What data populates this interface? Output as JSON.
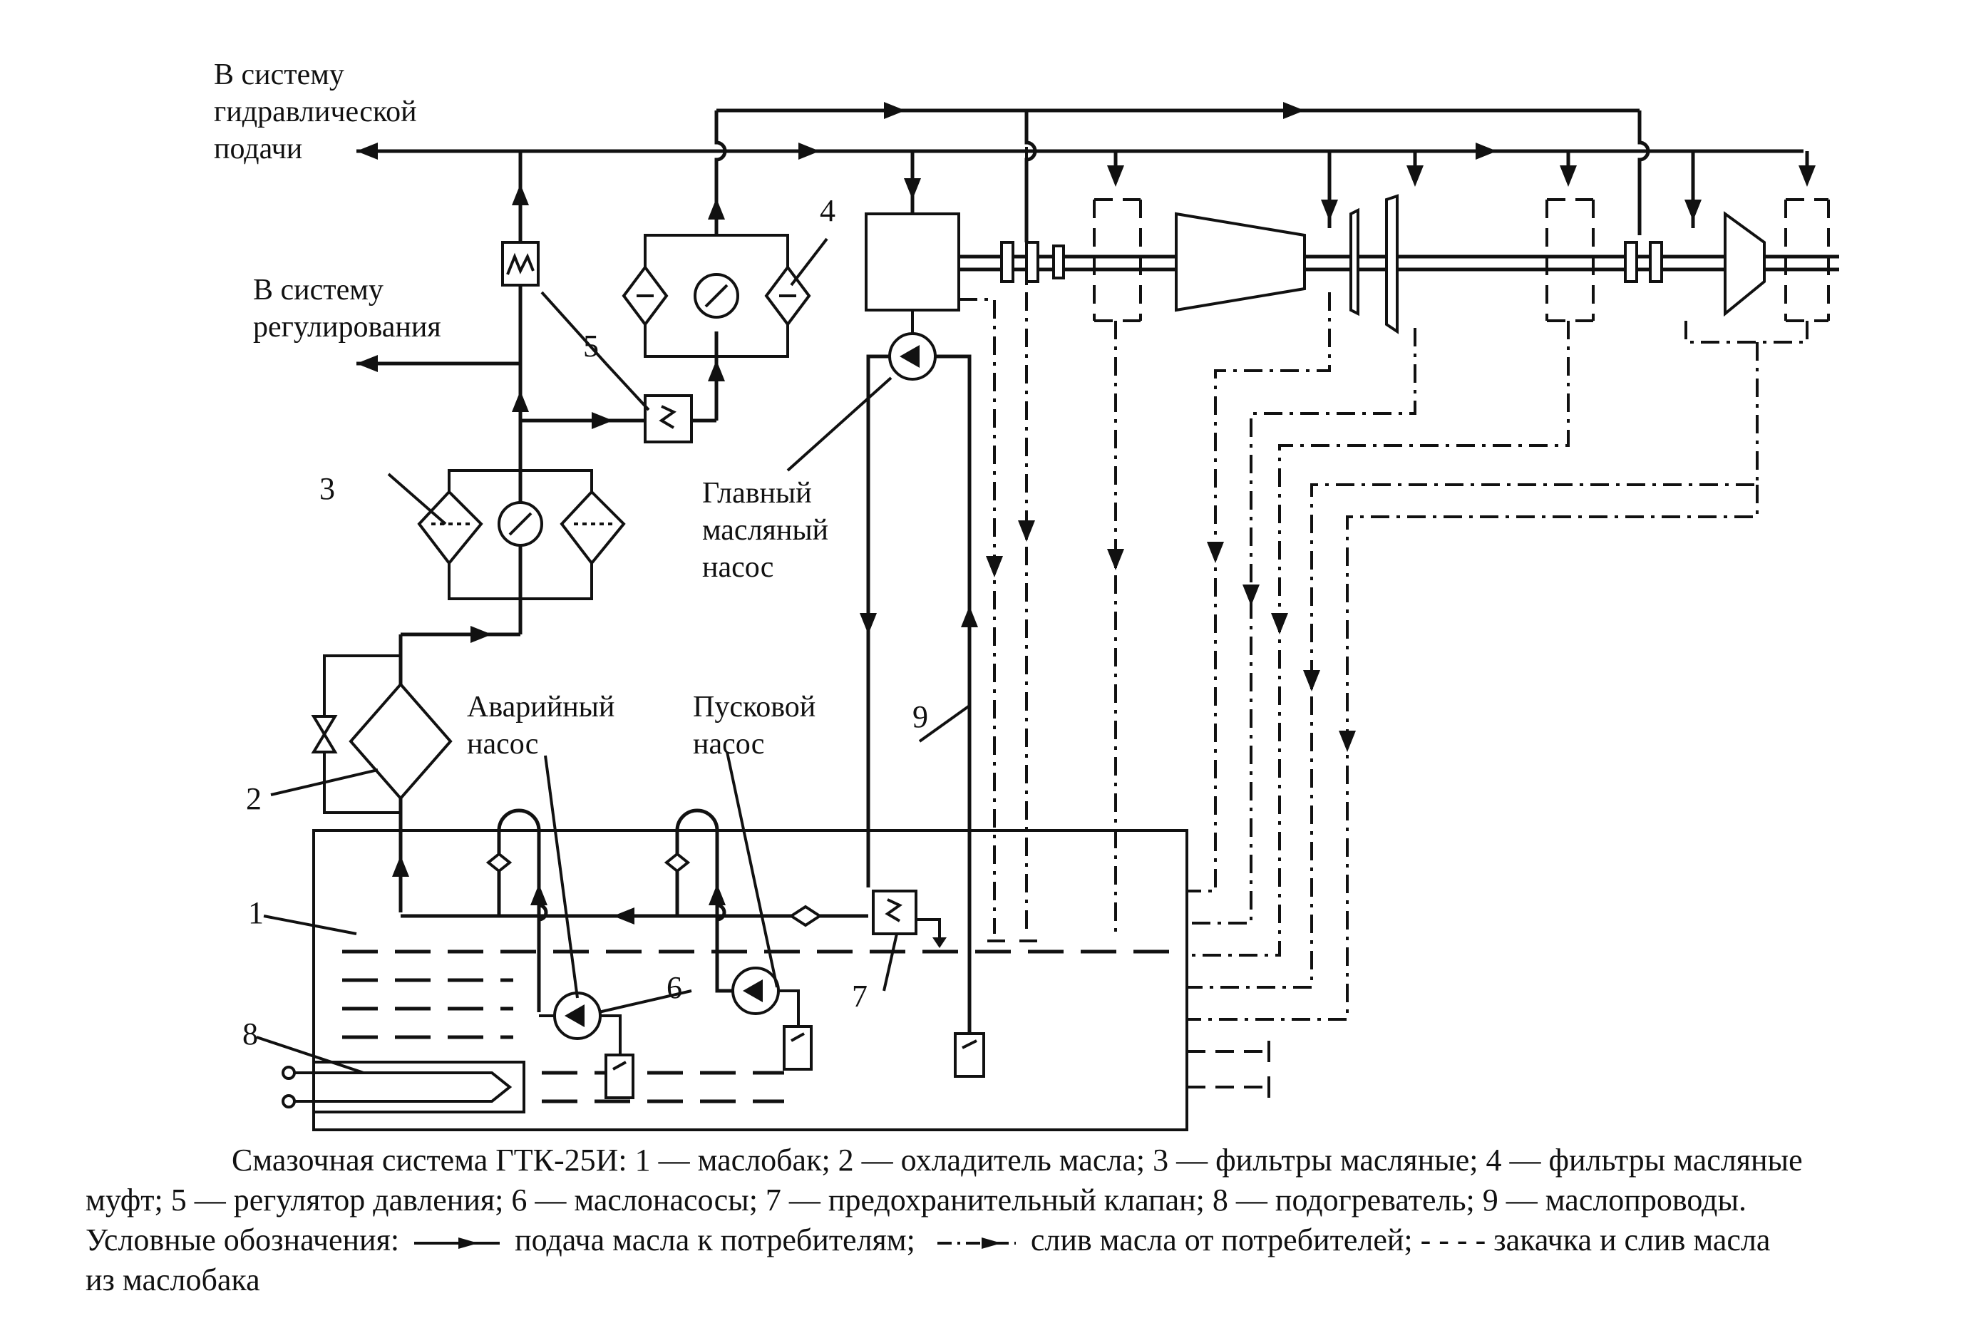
{
  "labels": {
    "hydraulic_1": "В систему",
    "hydraulic_2": "гидравлической",
    "hydraulic_3": "подачи",
    "regulation_1": "В систему",
    "regulation_2": "регулирования",
    "main_pump_1": "Главный",
    "main_pump_2": "масляный",
    "main_pump_3": "насос",
    "emergency_pump_1": "Аварийный",
    "emergency_pump_2": "насос",
    "start_pump_1": "Пусковой",
    "start_pump_2": "насос"
  },
  "callouts": {
    "n1": "1",
    "n2": "2",
    "n3": "3",
    "n4": "4",
    "n5": "5",
    "n6": "6",
    "n7": "7",
    "n8": "8",
    "n9": "9"
  },
  "caption": {
    "line1": "Смазочная система ГТК-25И: 1 — маслобак; 2 — охладитель масла; 3 — фильтры масляные; 4 — фильтры масляные",
    "line2": "муфт; 5 — регулятор давления; 6 — маслонасосы; 7 — предохранительный клапан; 8 — подогреватель; 9 — маслопроводы.",
    "legend_prefix": "Условные обозначения:",
    "legend_supply": "подача масла к потребителям;",
    "legend_drain": "слив масла от потребителей;",
    "legend_fill_symbol": "- - - -",
    "legend_fill": "закачка и слив масла",
    "line4": "из маслобака"
  }
}
